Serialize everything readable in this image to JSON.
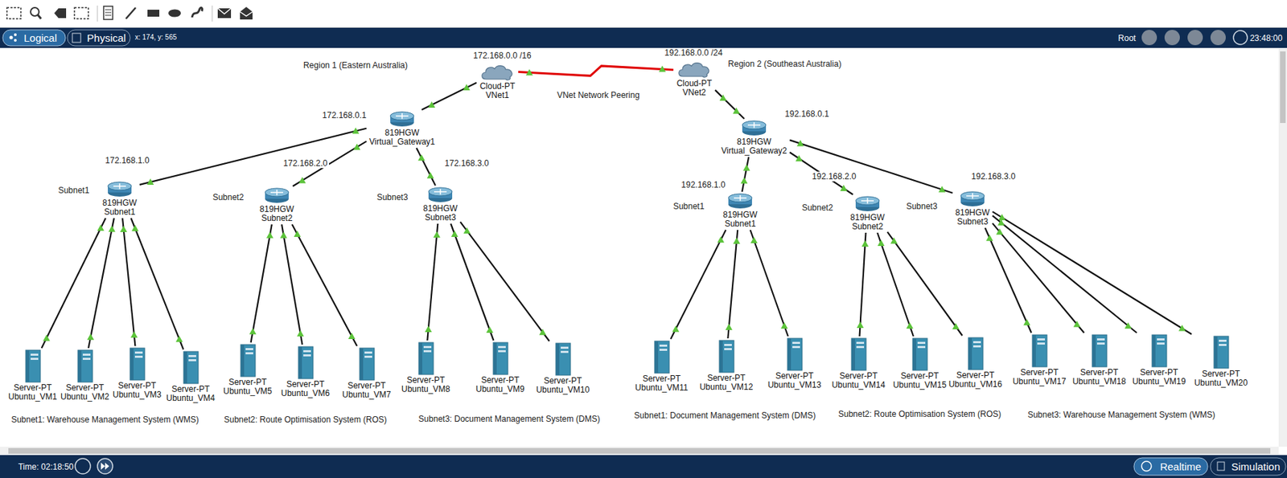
{
  "diagram": {
    "nodes": [
      {
        "text": [
          "Cloud-PT",
          "VNet1"
        ]
      },
      {
        "text": [
          "Cloud-PT",
          "VNet2"
        ]
      },
      {
        "text": [
          "819HGW",
          "Virtual_Gateway1"
        ]
      },
      {
        "text": [
          "819HGW",
          "Virtual_Gateway2"
        ]
      },
      {
        "text": [
          "819HGW",
          "Subnet1"
        ]
      },
      {
        "text": [
          "819HGW",
          "Subnet2"
        ]
      },
      {
        "text": [
          "819HGW",
          "Subnet3"
        ]
      },
      {
        "text": [
          "819HGW",
          "Subnet1"
        ]
      },
      {
        "text": [
          "819HGW",
          "Subnet2"
        ]
      },
      {
        "text": [
          "819HGW",
          "Subnet3"
        ]
      },
      {
        "text": [
          "Server-PT",
          "Ubuntu_VM1"
        ]
      },
      {
        "text": [
          "Server-PT",
          "Ubuntu_VM2"
        ]
      },
      {
        "text": [
          "Server-PT",
          "Ubuntu_VM3"
        ]
      },
      {
        "text": [
          "Server-PT",
          "Ubuntu_VM4"
        ]
      },
      {
        "text": [
          "Server-PT",
          "Ubuntu_VM5"
        ]
      },
      {
        "text": [
          "Server-PT",
          "Ubuntu_VM6"
        ]
      },
      {
        "text": [
          "Server-PT",
          "Ubuntu_VM7"
        ]
      },
      {
        "text": [
          "Server-PT",
          "Ubuntu_VM8"
        ]
      },
      {
        "text": [
          "Server-PT",
          "Ubuntu_VM9"
        ]
      },
      {
        "text": [
          "Server-PT",
          "Ubuntu_VM10"
        ]
      },
      {
        "text": [
          "Server-PT",
          "Ubuntu_VM11"
        ]
      },
      {
        "text": [
          "Server-PT",
          "Ubuntu_VM12"
        ]
      },
      {
        "text": [
          "Server-PT",
          "Ubuntu_VM13"
        ]
      },
      {
        "text": [
          "Server-PT",
          "Ubuntu_VM14"
        ]
      },
      {
        "text": [
          "Server-PT",
          "Ubuntu_VM15"
        ]
      },
      {
        "text": [
          "Server-PT",
          "Ubuntu_VM16"
        ]
      },
      {
        "text": [
          "Server-PT",
          "Ubuntu_VM17"
        ]
      },
      {
        "text": [
          "Server-PT",
          "Ubuntu_VM18"
        ]
      },
      {
        "text": [
          "Server-PT",
          "Ubuntu_VM19"
        ]
      },
      {
        "text": [
          "Server-PT",
          "Ubuntu_VM20"
        ]
      }
    ],
    "edges": [
      {
        "from": 0,
        "to": 1,
        "arrow": "none"
      },
      {
        "from": 0,
        "to": 2,
        "arrow": "none"
      },
      {
        "from": 1,
        "to": 3,
        "arrow": "none"
      },
      {
        "from": 2,
        "to": 4,
        "arrow": "none"
      },
      {
        "from": 2,
        "to": 5,
        "arrow": "none"
      },
      {
        "from": 2,
        "to": 6,
        "arrow": "none"
      },
      {
        "from": 3,
        "to": 7,
        "arrow": "none"
      },
      {
        "from": 3,
        "to": 8,
        "arrow": "none"
      },
      {
        "from": 3,
        "to": 9,
        "arrow": "none"
      },
      {
        "from": 4,
        "to": 10,
        "arrow": "none"
      },
      {
        "from": 4,
        "to": 11,
        "arrow": "none"
      },
      {
        "from": 4,
        "to": 12,
        "arrow": "none"
      },
      {
        "from": 4,
        "to": 13,
        "arrow": "none"
      },
      {
        "from": 5,
        "to": 14,
        "arrow": "none"
      },
      {
        "from": 5,
        "to": 15,
        "arrow": "none"
      },
      {
        "from": 5,
        "to": 16,
        "arrow": "none"
      },
      {
        "from": 6,
        "to": 17,
        "arrow": "none"
      },
      {
        "from": 6,
        "to": 18,
        "arrow": "none"
      },
      {
        "from": 6,
        "to": 19,
        "arrow": "none"
      },
      {
        "from": 7,
        "to": 20,
        "arrow": "none"
      },
      {
        "from": 7,
        "to": 21,
        "arrow": "none"
      },
      {
        "from": 7,
        "to": 22,
        "arrow": "none"
      },
      {
        "from": 8,
        "to": 23,
        "arrow": "none"
      },
      {
        "from": 8,
        "to": 24,
        "arrow": "none"
      },
      {
        "from": 8,
        "to": 25,
        "arrow": "none"
      },
      {
        "from": 9,
        "to": 26,
        "arrow": "none"
      },
      {
        "from": 9,
        "to": 27,
        "arrow": "none"
      },
      {
        "from": 9,
        "to": 28,
        "arrow": "none"
      },
      {
        "from": 9,
        "to": 29,
        "arrow": "none"
      }
    ],
    "labels": [
      "172.168.0.0 /16",
      "192.168.0.0 /24",
      "Region 1 (Eastern Australia)",
      "Region 2 (Southeast Australia)",
      "VNet Network Peering",
      "172.168.0.1",
      "192.168.0.1",
      "172.168.1.0",
      "Subnet1",
      "172.168.2.0",
      "Subnet2",
      "172.168.3.0",
      "Subnet3",
      "192.168.1.0",
      "Subnet1",
      "192.168.2.0",
      "Subnet2",
      "192.168.3.0",
      "Subnet3",
      "Subnet1: Warehouse Management System (WMS)",
      "Subnet2: Route Optimisation System (ROS)",
      "Subnet3: Document Management System (DMS)",
      "Subnet1: Document Management System (DMS)",
      "Subnet2: Route Optimisation System (ROS)",
      "Subnet3: Warehouse Management System (WMS)",
      "Logical",
      "Physical",
      "x: 174, y: 565",
      "Root",
      "23:48:00",
      "Time: 02:18:50",
      "Realtime",
      "Simulation"
    ]
  }
}
